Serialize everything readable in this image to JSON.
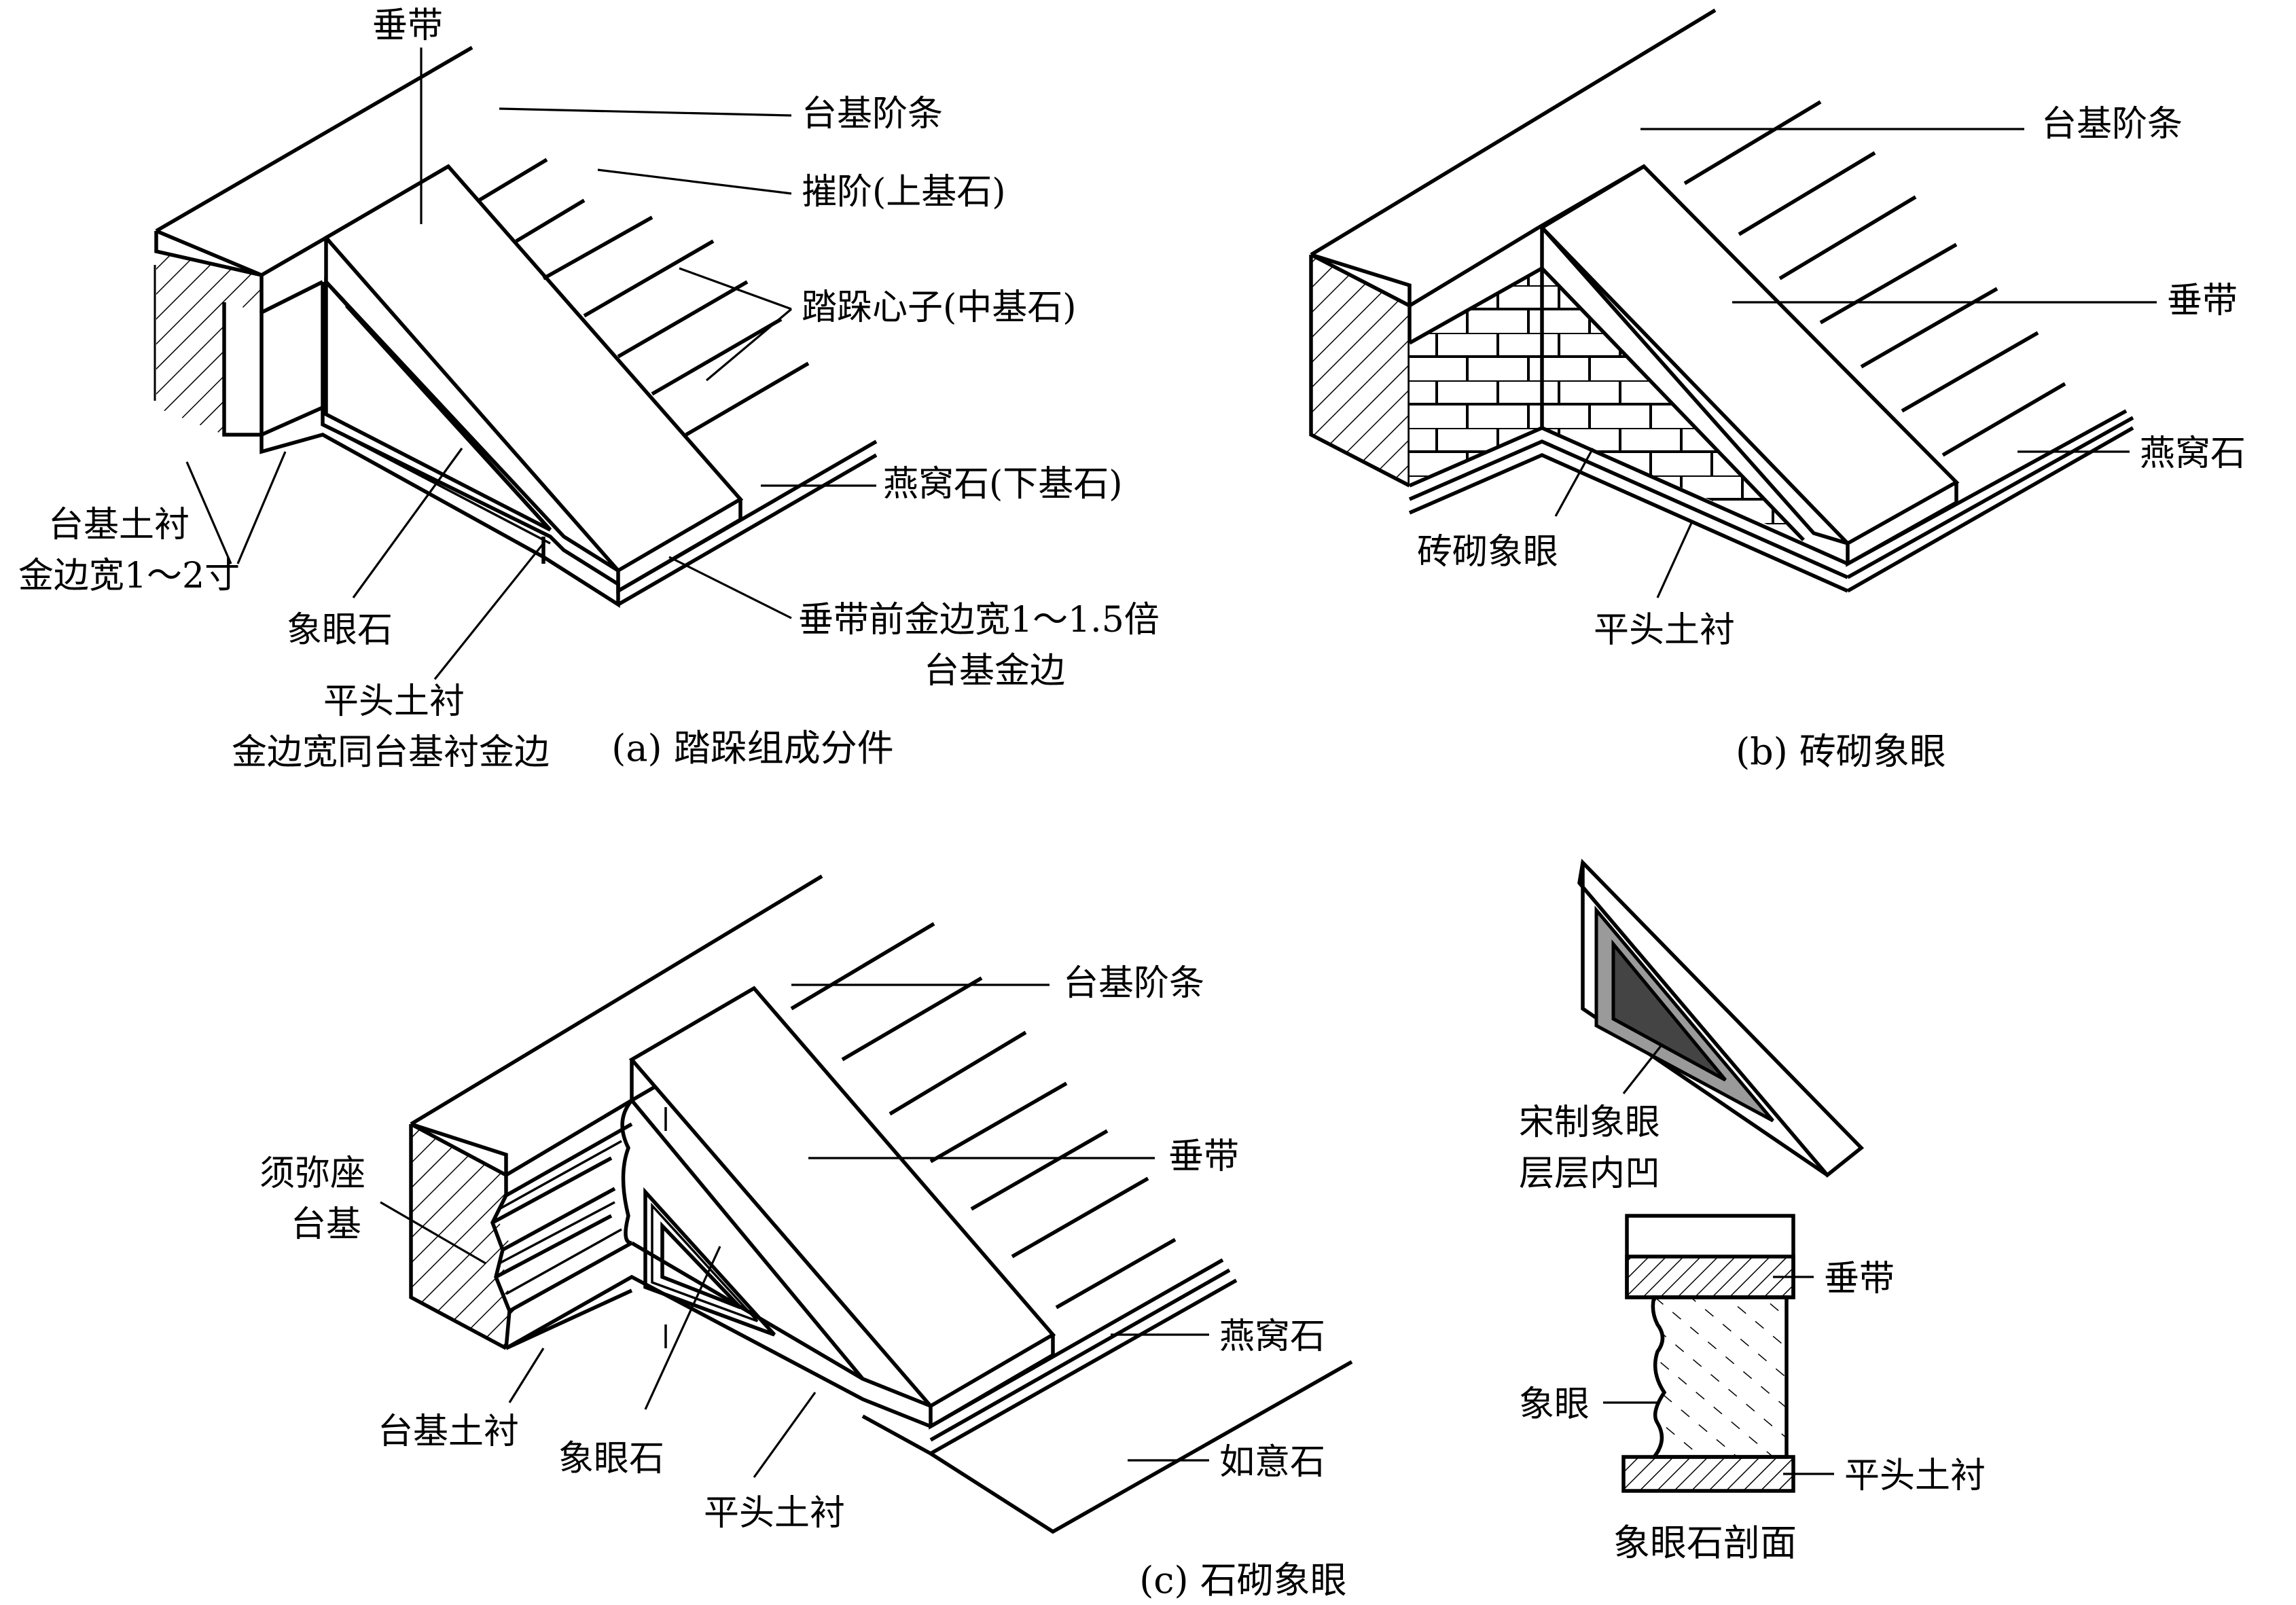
{
  "panel_a": {
    "caption": "(a) 踏跺组成分件",
    "labels": {
      "chuidai": "垂带",
      "taiji_jietiao": "台基阶条",
      "cuijie": "摧阶(上基石)",
      "taduo_xinzi": "踏跺心子(中基石)",
      "yanwoshi": "燕窝石(下基石)",
      "taiji_tuchen": "台基土衬",
      "jinbian_kuan": "金边宽1～2寸",
      "xiangyanshi": "象眼石",
      "chuidai_jinbian_1": "垂带前金边宽1～1.5倍",
      "chuidai_jinbian_2": "台基金边",
      "pingtou_tuchen": "平头土衬",
      "pingtou_jinbian": "金边宽同台基衬金边"
    }
  },
  "panel_b": {
    "caption": "(b) 砖砌象眼",
    "labels": {
      "taiji_jietiao": "台基阶条",
      "chuidai": "垂带",
      "yanwoshi": "燕窝石",
      "zhuanqi_xiangyan": "砖砌象眼",
      "pingtou_tuchen": "平头土衬"
    }
  },
  "panel_c": {
    "caption": "(c) 石砌象眼",
    "labels": {
      "taiji_jietiao": "台基阶条",
      "xumizuo": "须弥座",
      "taiji": "台基",
      "chuidai": "垂带",
      "yanwoshi": "燕窝石",
      "ruyishi": "如意石",
      "taiji_tuchen": "台基土衬",
      "xiangyanshi": "象眼石",
      "pingtou_tuchen": "平头土衬"
    }
  },
  "panel_d": {
    "labels": {
      "songzhi_1": "宋制象眼",
      "songzhi_2": "层层内凹",
      "chuidai": "垂带",
      "xiangyan": "象眼",
      "pingtou_tuchen": "平头土衬"
    },
    "caption": "象眼石剖面"
  }
}
